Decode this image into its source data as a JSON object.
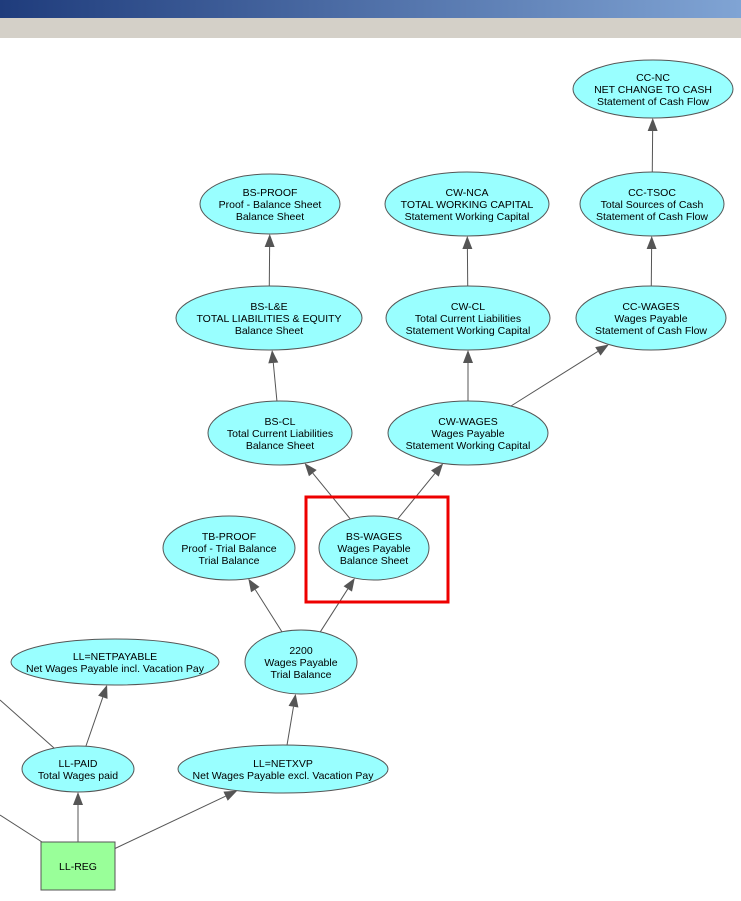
{
  "colors": {
    "ellipse_fill": "#99ffff",
    "rect_fill": "#99ff99",
    "stroke": "#555555",
    "highlight": "#ee0000"
  },
  "highlighted_node": "BS-WAGES",
  "nodes": [
    {
      "id": "CC-NC",
      "shape": "ellipse",
      "lines": [
        "CC-NC",
        "NET CHANGE TO CASH",
        "Statement of Cash Flow"
      ]
    },
    {
      "id": "CC-TSOC",
      "shape": "ellipse",
      "lines": [
        "CC-TSOC",
        "Total Sources of Cash",
        "Statement of Cash Flow"
      ]
    },
    {
      "id": "CC-WAGES",
      "shape": "ellipse",
      "lines": [
        "CC-WAGES",
        "Wages Payable",
        "Statement of Cash Flow"
      ]
    },
    {
      "id": "BS-PROOF",
      "shape": "ellipse",
      "lines": [
        "BS-PROOF",
        "Proof - Balance Sheet",
        "Balance Sheet"
      ]
    },
    {
      "id": "CW-NCA",
      "shape": "ellipse",
      "lines": [
        "CW-NCA",
        "TOTAL WORKING CAPITAL",
        "Statement Working Capital"
      ]
    },
    {
      "id": "BS-L&E",
      "shape": "ellipse",
      "lines": [
        "BS-L&E",
        "TOTAL LIABILITIES & EQUITY",
        "Balance Sheet"
      ]
    },
    {
      "id": "CW-CL",
      "shape": "ellipse",
      "lines": [
        "CW-CL",
        "Total Current Liabilities",
        "Statement Working Capital"
      ]
    },
    {
      "id": "BS-CL",
      "shape": "ellipse",
      "lines": [
        "BS-CL",
        "Total Current Liabilities",
        "Balance Sheet"
      ]
    },
    {
      "id": "CW-WAGES",
      "shape": "ellipse",
      "lines": [
        "CW-WAGES",
        "Wages Payable",
        "Statement Working Capital"
      ]
    },
    {
      "id": "TB-PROOF",
      "shape": "ellipse",
      "lines": [
        "TB-PROOF",
        "Proof - Trial Balance",
        "Trial Balance"
      ]
    },
    {
      "id": "BS-WAGES",
      "shape": "ellipse",
      "lines": [
        "BS-WAGES",
        "Wages Payable",
        "Balance Sheet"
      ]
    },
    {
      "id": "2200",
      "shape": "ellipse",
      "lines": [
        "2200",
        "Wages Payable",
        "Trial Balance"
      ]
    },
    {
      "id": "LL=NETPAYABLE",
      "shape": "ellipse",
      "lines": [
        "LL=NETPAYABLE",
        "Net Wages Payable incl. Vacation Pay"
      ]
    },
    {
      "id": "LL-PAID",
      "shape": "ellipse",
      "lines": [
        "LL-PAID",
        "Total Wages paid"
      ]
    },
    {
      "id": "LL=NETXVP",
      "shape": "ellipse",
      "lines": [
        "LL=NETXVP",
        "Net Wages Payable excl. Vacation Pay"
      ]
    },
    {
      "id": "LL-REG",
      "shape": "rect",
      "lines": [
        "LL-REG"
      ]
    }
  ],
  "edges": [
    [
      "LL-REG",
      "LL-PAID"
    ],
    [
      "LL-REG",
      "LL=NETXVP"
    ],
    [
      "LL-PAID",
      "LL=NETPAYABLE"
    ],
    [
      "LL=NETXVP",
      "2200"
    ],
    [
      "2200",
      "TB-PROOF"
    ],
    [
      "2200",
      "BS-WAGES"
    ],
    [
      "BS-WAGES",
      "BS-CL"
    ],
    [
      "BS-WAGES",
      "CW-WAGES"
    ],
    [
      "BS-CL",
      "BS-L&E"
    ],
    [
      "BS-L&E",
      "BS-PROOF"
    ],
    [
      "CW-WAGES",
      "CW-CL"
    ],
    [
      "CW-WAGES",
      "CC-WAGES"
    ],
    [
      "CW-CL",
      "CW-NCA"
    ],
    [
      "CC-WAGES",
      "CC-TSOC"
    ],
    [
      "CC-TSOC",
      "CC-NC"
    ]
  ]
}
